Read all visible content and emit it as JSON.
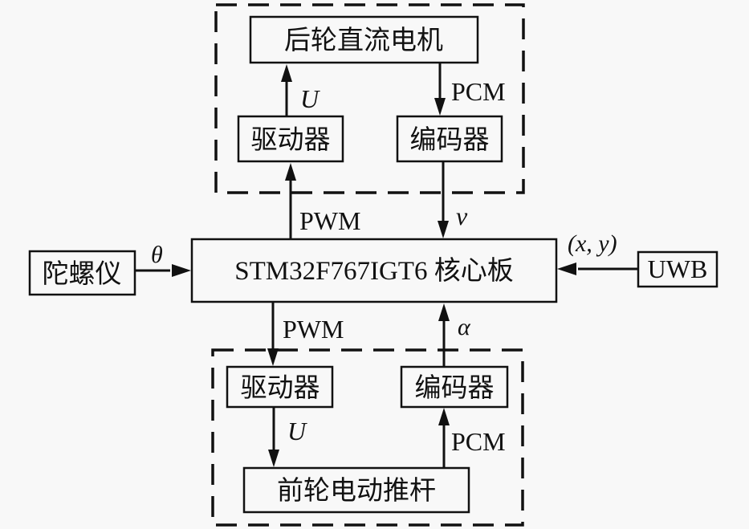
{
  "diagram": {
    "groups": {
      "rear": {
        "label": ""
      },
      "front": {
        "label": ""
      }
    },
    "nodes": {
      "rear_motor": "后轮直流电机",
      "rear_driver": "驱动器",
      "rear_encoder": "编码器",
      "core_board": "STM32F767IGT6 核心板",
      "gyroscope": "陀螺仪",
      "uwb": "UWB",
      "front_driver": "驱动器",
      "front_encoder": "编码器",
      "front_actuator": "前轮电动推杆"
    },
    "edges": {
      "rear_driver_to_motor": "U",
      "rear_motor_to_encoder": "PCM",
      "core_to_rear_driver": "PWM",
      "rear_encoder_to_core": "v",
      "gyro_to_core": "θ",
      "uwb_to_core": "(x, y)",
      "core_to_front_driver": "PWM",
      "front_encoder_to_core": "α",
      "front_driver_to_actuator": "U",
      "actuator_to_front_encoder": "PCM"
    }
  }
}
